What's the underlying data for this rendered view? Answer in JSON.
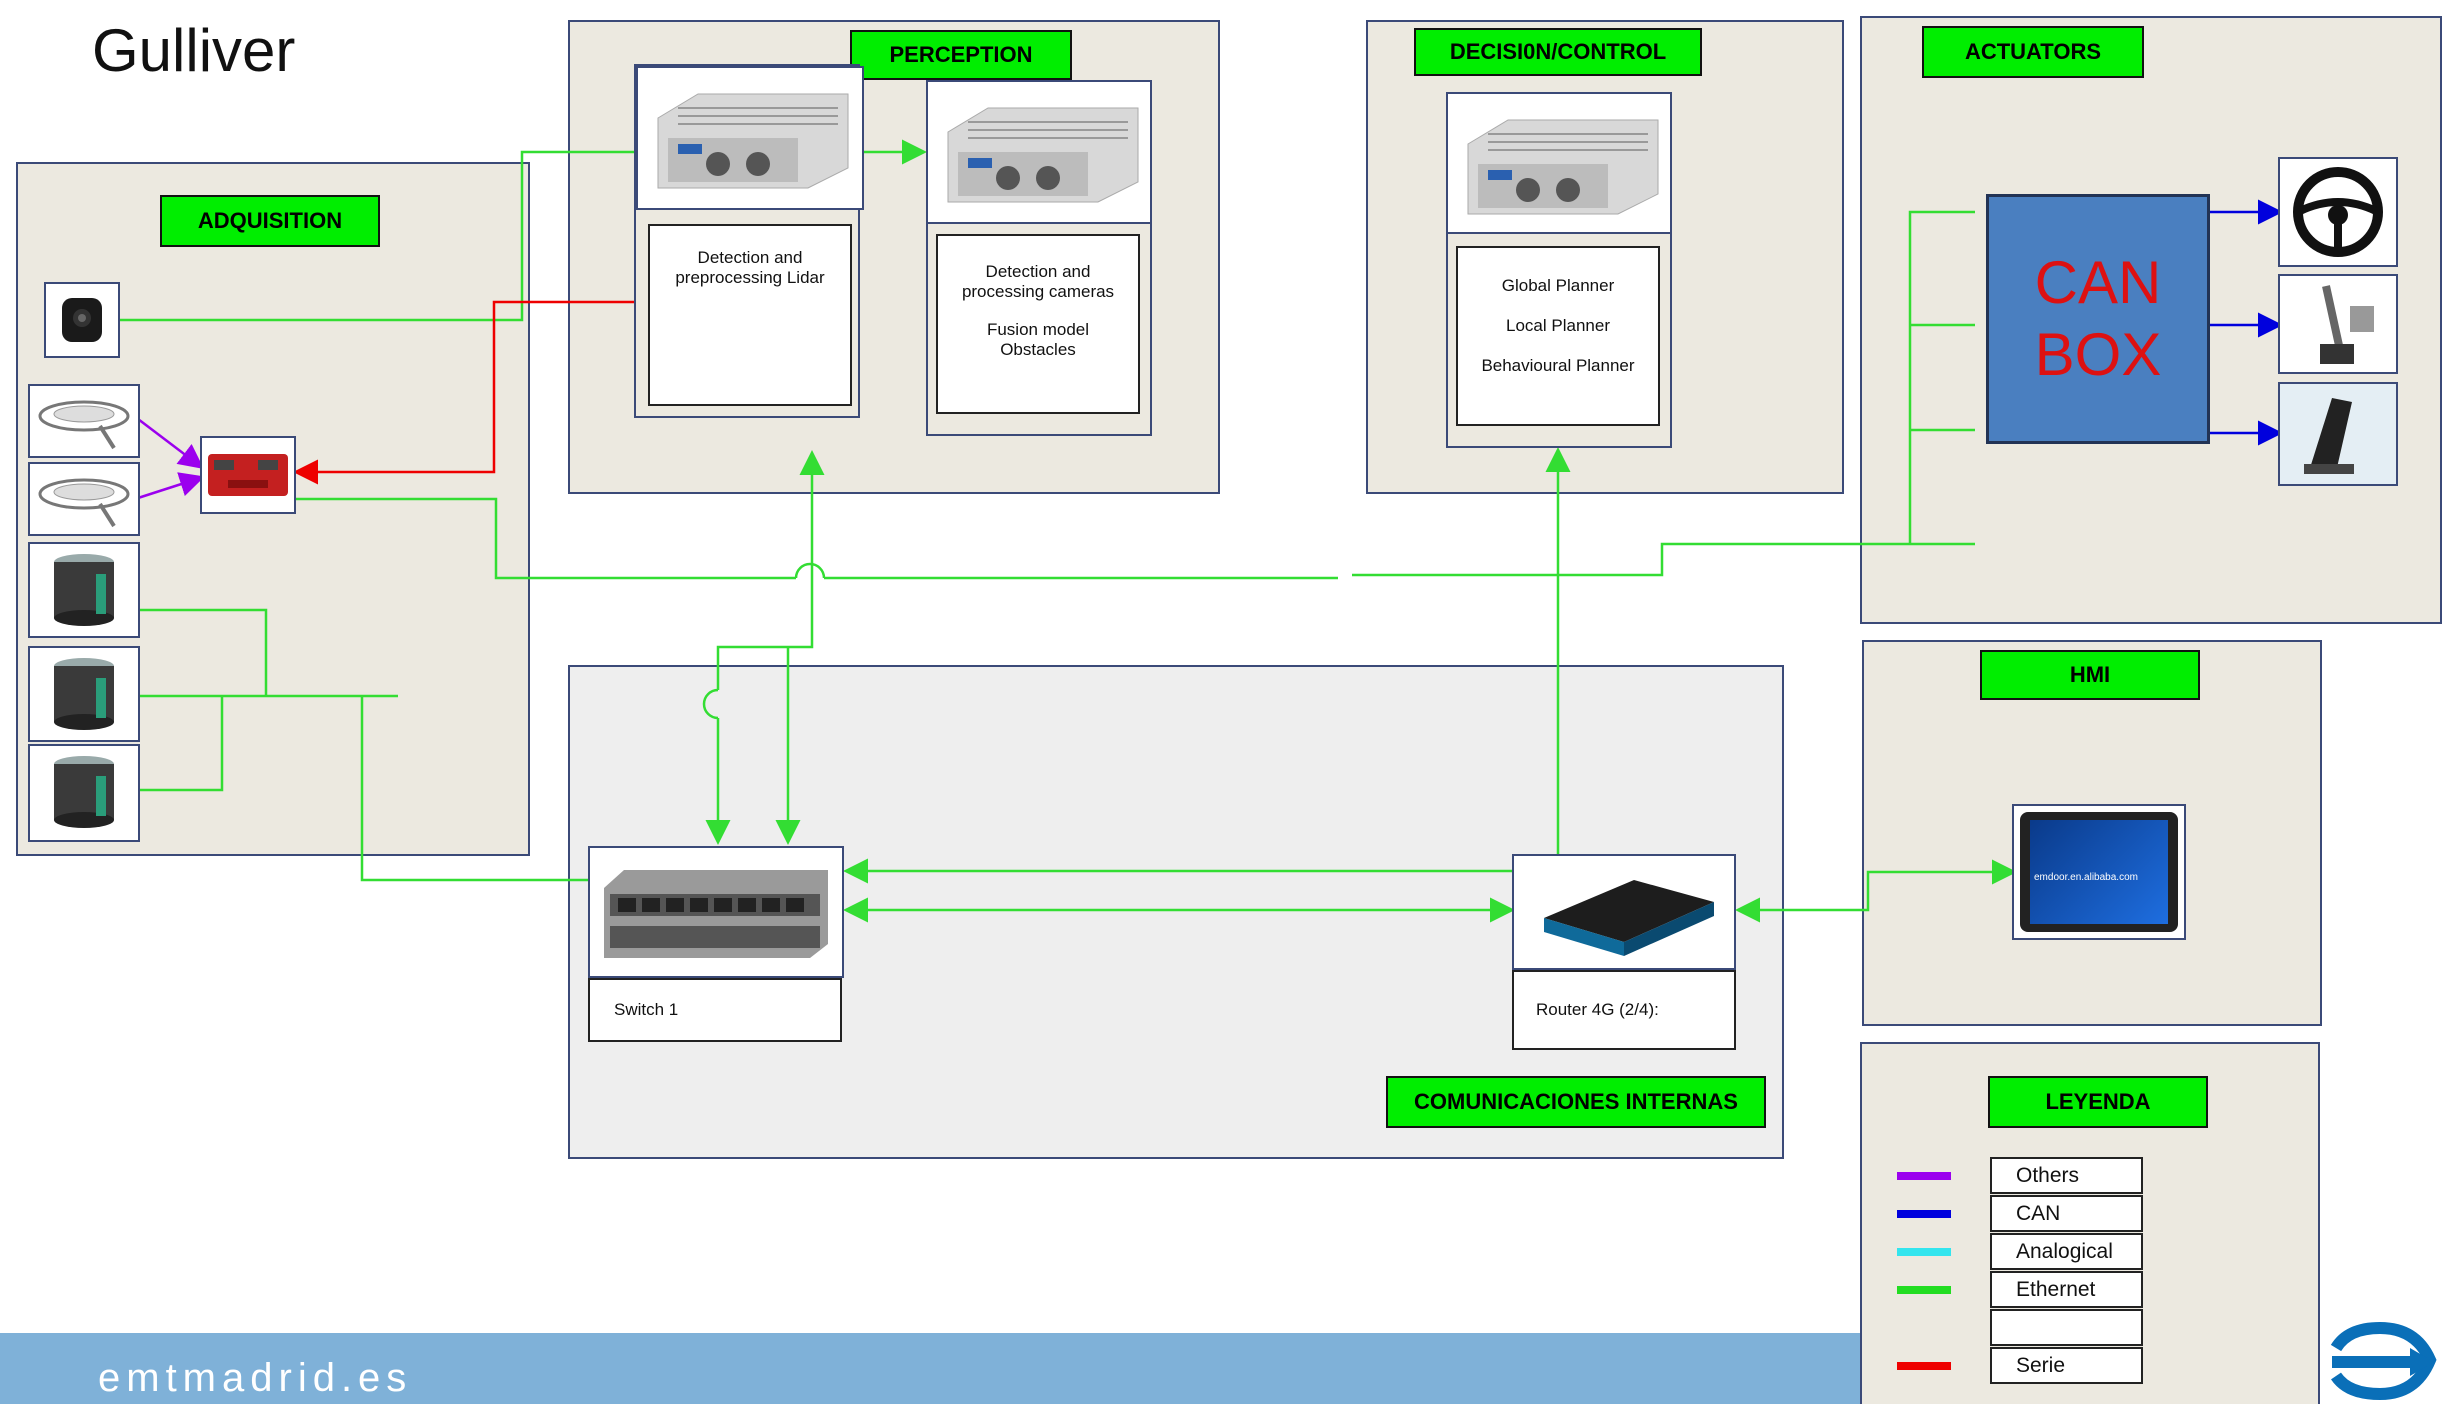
{
  "title": "Gulliver",
  "footer": {
    "site": "emtmadrid.es"
  },
  "panels": {
    "adquisition": "ADQUISITION",
    "perception": "PERCEPTION",
    "decision": "DECISI0N/CONTROL",
    "actuators": "ACTUATORS",
    "hmi": "HMI",
    "comms": "COMUNICACIONES INTERNAS",
    "legend": "LEYENDA"
  },
  "perception": {
    "lidar_text": "Detection and preprocessing Lidar",
    "cam_text_1": "Detection and processing cameras",
    "cam_text_2": "Fusion model Obstacles"
  },
  "decision": {
    "line1": "Global Planner",
    "line2": "Local Planner",
    "line3": "Behavioural Planner"
  },
  "actuators": {
    "can_line1": "CAN",
    "can_line2": "BOX"
  },
  "comms": {
    "switch_label": "Switch 1",
    "router_label": "Router 4G (2/4):"
  },
  "hmi": {
    "tablet_caption": "emdoor.en.alibaba.com"
  },
  "legend": {
    "items": [
      {
        "label": "Others",
        "color": "#9b00ee"
      },
      {
        "label": "CAN",
        "color": "#0000dd"
      },
      {
        "label": "Analogical",
        "color": "#33e5ee"
      },
      {
        "label": "Ethernet",
        "color": "#22dd22"
      },
      {
        "label": "",
        "color": ""
      },
      {
        "label": "Serie",
        "color": "#ee0000"
      }
    ]
  },
  "colors": {
    "ethernet": "#33dd33",
    "can": "#0000dd",
    "serie": "#ee0000",
    "others": "#9b00ee",
    "tag": "#00ee00",
    "can_box": "#4a7fc0"
  },
  "icons": [
    "camera-icon",
    "gnss-antenna-icon",
    "can-interface-icon",
    "lidar-icon",
    "industrial-pc-icon",
    "steering-wheel-icon",
    "brake-pedal-icon",
    "accelerator-pedal-icon",
    "network-switch-icon",
    "router-icon",
    "tablet-icon",
    "emt-logo-icon"
  ]
}
